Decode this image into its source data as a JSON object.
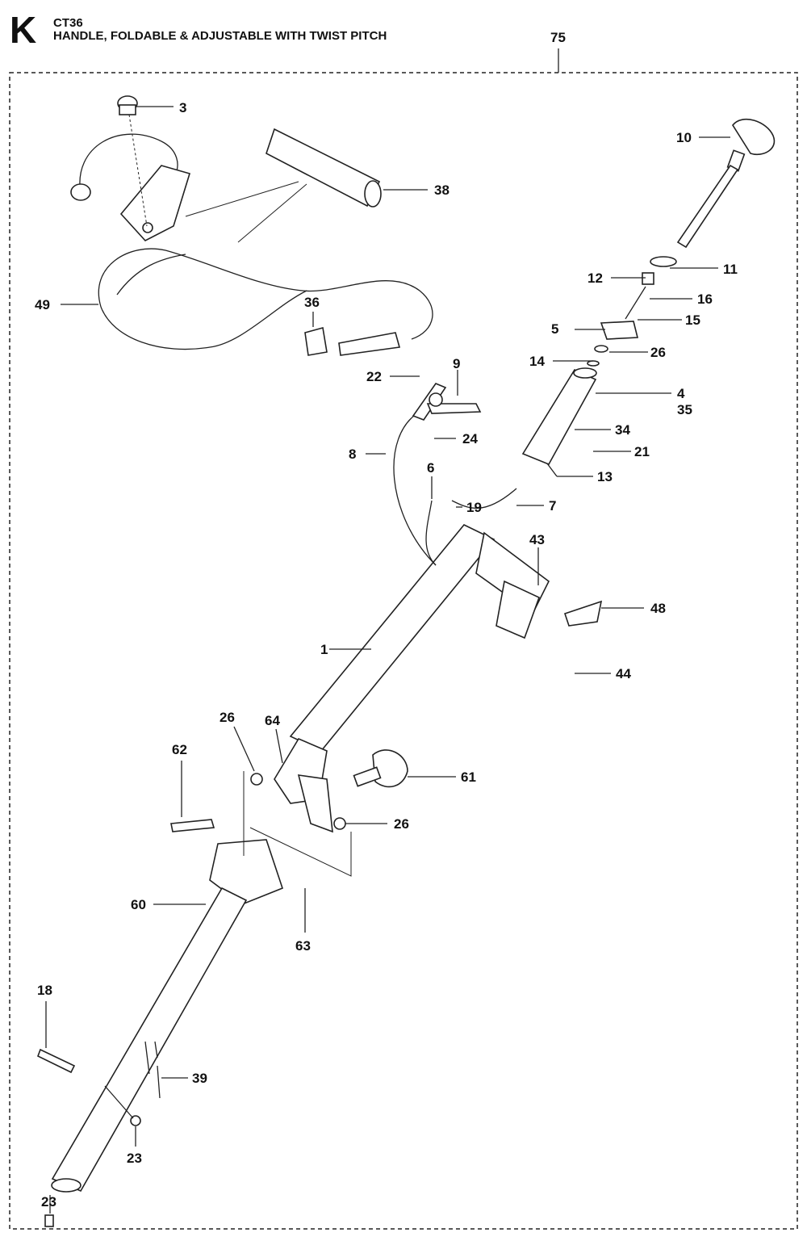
{
  "header": {
    "section_letter": "K",
    "model": "CT36",
    "title": "HANDLE, FOLDABLE & ADJUSTABLE WITH TWIST PITCH",
    "group_ref": "75"
  },
  "parts": [
    {
      "ref": "1"
    },
    {
      "ref": "3"
    },
    {
      "ref": "4"
    },
    {
      "ref": "35"
    },
    {
      "ref": "5"
    },
    {
      "ref": "6"
    },
    {
      "ref": "7"
    },
    {
      "ref": "8"
    },
    {
      "ref": "9"
    },
    {
      "ref": "10"
    },
    {
      "ref": "11"
    },
    {
      "ref": "12"
    },
    {
      "ref": "13"
    },
    {
      "ref": "14"
    },
    {
      "ref": "15"
    },
    {
      "ref": "16"
    },
    {
      "ref": "18"
    },
    {
      "ref": "19"
    },
    {
      "ref": "21"
    },
    {
      "ref": "22"
    },
    {
      "ref": "23"
    },
    {
      "ref": "23"
    },
    {
      "ref": "24"
    },
    {
      "ref": "26"
    },
    {
      "ref": "26"
    },
    {
      "ref": "26"
    },
    {
      "ref": "34"
    },
    {
      "ref": "36"
    },
    {
      "ref": "38"
    },
    {
      "ref": "39"
    },
    {
      "ref": "43"
    },
    {
      "ref": "44"
    },
    {
      "ref": "48"
    },
    {
      "ref": "49"
    },
    {
      "ref": "60"
    },
    {
      "ref": "61"
    },
    {
      "ref": "62"
    },
    {
      "ref": "63"
    },
    {
      "ref": "64"
    }
  ]
}
